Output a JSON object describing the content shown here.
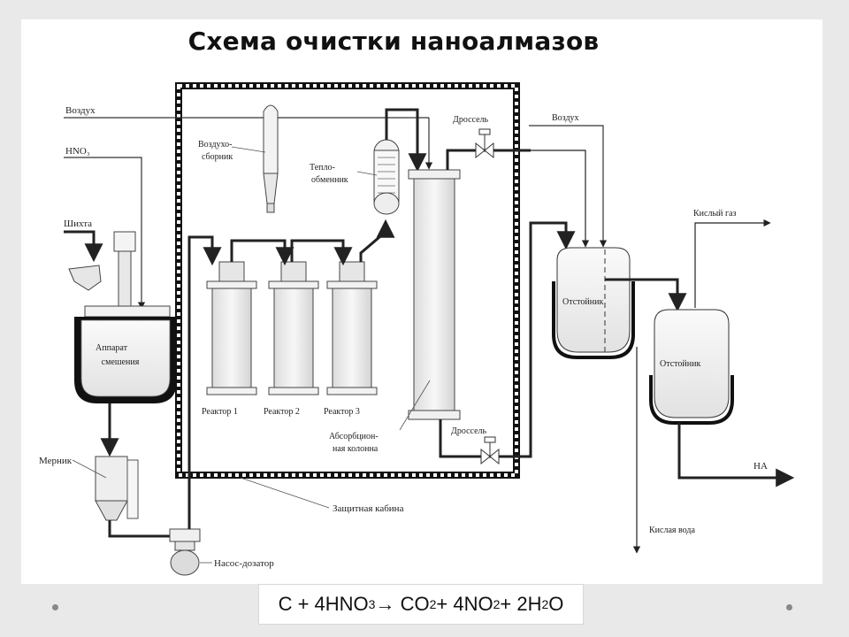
{
  "title": "Схема очистки наноалмазов",
  "labels": {
    "air_in": "Воздух",
    "hno3": "HNO₃",
    "charge": "Шихта",
    "mixer_1": "Аппарат",
    "mixer_2": "смешения",
    "meter": "Мерник",
    "pump": "Насос-дозатор",
    "air_collector_1": "Воздухо-",
    "air_collector_2": "сборник",
    "heat_exchanger_1": "Тепло-",
    "heat_exchanger_2": "обменник",
    "reactor_1": "Реактор 1",
    "reactor_2": "Реактор 2",
    "reactor_3": "Реактор 3",
    "absorption_1": "Абсорбцион-",
    "absorption_2": "ная колонна",
    "throttle_top": "Дроссель",
    "throttle_bottom": "Дроссель",
    "protective_cabin": "Защитная кабина",
    "air_right": "Воздух",
    "acid_gas": "Кислый газ",
    "settler_1": "Отстойник",
    "settler_2": "Отстойник",
    "na": "НА",
    "acid_water": "Кислая вода"
  },
  "formula": {
    "c": "C + 4HNO",
    "s1": "3",
    "arrow": " → CO",
    "s2": "2",
    "no": " + 4NO",
    "s3": "2",
    "h": " + 2H",
    "s4": "2",
    "o": "O"
  }
}
